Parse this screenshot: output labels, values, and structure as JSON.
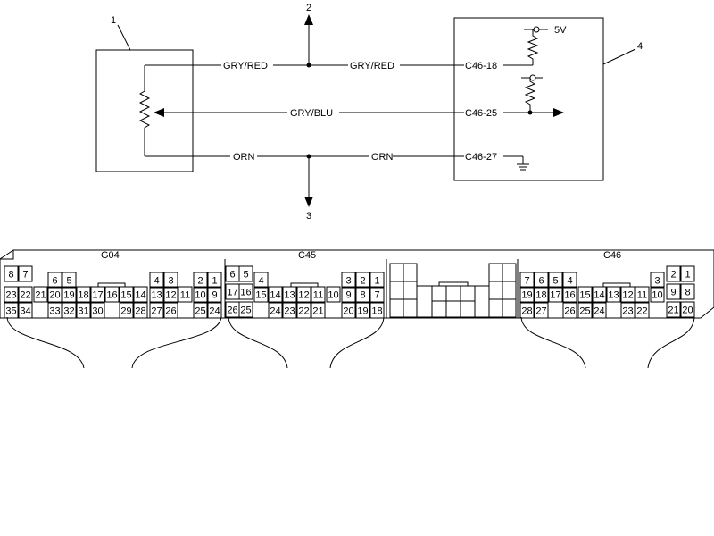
{
  "callouts": {
    "sensor": "1",
    "branch_top": "2",
    "branch_bottom": "3",
    "module": "4"
  },
  "wires": {
    "gry_red_left": "GRY/RED",
    "gry_red_right": "GRY/RED",
    "gry_blu": "GRY/BLU",
    "orn_left": "ORN",
    "orn_right": "ORN"
  },
  "pins": {
    "c46_18": "C46-18",
    "c46_25": "C46-25",
    "c46_27": "C46-27",
    "ref_voltage": "5V"
  },
  "connectors": {
    "g04": "G04",
    "c45": "C45",
    "c46": "C46"
  },
  "g04_pins": {
    "p1": "1",
    "p2": "2",
    "p3": "3",
    "p4": "4",
    "p5": "5",
    "p6": "6",
    "p7": "7",
    "p8": "8",
    "p9": "9",
    "p10": "10",
    "p11": "11",
    "p12": "12",
    "p13": "13",
    "p14": "14",
    "p15": "15",
    "p16": "16",
    "p17": "17",
    "p18": "18",
    "p19": "19",
    "p20": "20",
    "p21": "21",
    "p22": "22",
    "p23": "23",
    "p24": "24",
    "p25": "25",
    "p26": "26",
    "p27": "27",
    "p28": "28",
    "p29": "29",
    "p30": "30",
    "p31": "31",
    "p32": "32",
    "p33": "33",
    "p34": "34",
    "p35": "35"
  },
  "c45_pins": {
    "p1": "1",
    "p2": "2",
    "p3": "3",
    "p4": "4",
    "p5": "5",
    "p6": "6",
    "p7": "7",
    "p8": "8",
    "p9": "9",
    "p10": "10",
    "p11": "11",
    "p12": "12",
    "p13": "13",
    "p14": "14",
    "p15": "15",
    "p16": "16",
    "p17": "17",
    "p18": "18",
    "p19": "19",
    "p20": "20",
    "p21": "21",
    "p22": "22",
    "p23": "23",
    "p24": "24",
    "p25": "25",
    "p26": "26"
  },
  "c46_pins": {
    "p1": "1",
    "p2": "2",
    "p3": "3",
    "p4": "4",
    "p5": "5",
    "p6": "6",
    "p7": "7",
    "p8": "8",
    "p9": "9",
    "p10": "10",
    "p11": "11",
    "p12": "12",
    "p13": "13",
    "p14": "14",
    "p15": "15",
    "p16": "16",
    "p17": "17",
    "p18": "18",
    "p19": "19",
    "p20": "20",
    "p21": "21",
    "p22": "22",
    "p23": "23",
    "p24": "24",
    "p25": "25",
    "p26": "26",
    "p27": "27",
    "p28": "28"
  }
}
